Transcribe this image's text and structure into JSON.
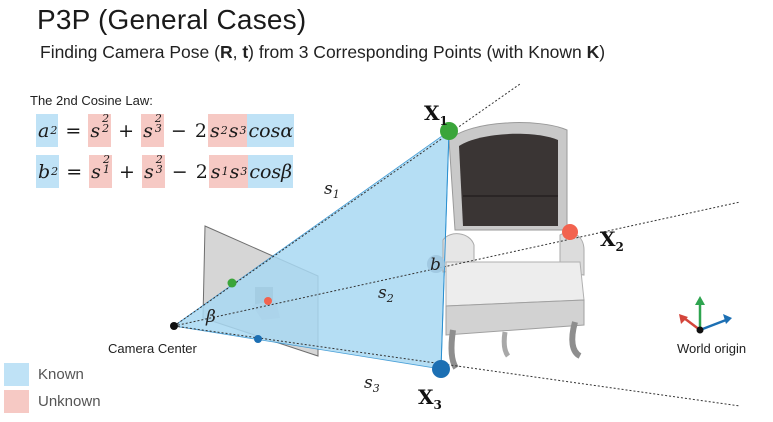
{
  "title": "P3P (General Cases)",
  "subtitle": {
    "prefix": "Finding Camera Pose (",
    "R": "R",
    "sep": ", ",
    "t": "t",
    "middle": ") from 3 Corresponding Points (with Known ",
    "K": "K",
    "suffix": ")"
  },
  "cosine_law": {
    "title": "The 2nd Cosine Law:",
    "eq1": {
      "lhs": "a",
      "lhs_exp": "2",
      "s_a": "s",
      "s_a_sub": "2",
      "s_a_exp": "2",
      "s_b": "s",
      "s_b_sub": "3",
      "s_b_exp": "2",
      "coef": "2",
      "p1": "s",
      "p1_sub": "2",
      "p2": "s",
      "p2_sub": "3",
      "cos": "cosα"
    },
    "eq2": {
      "lhs": "b",
      "lhs_exp": "2",
      "s_a": "s",
      "s_a_sub": "1",
      "s_a_exp": "2",
      "s_b": "s",
      "s_b_sub": "3",
      "s_b_exp": "2",
      "coef": "2",
      "p1": "s",
      "p1_sub": "1",
      "p2": "s",
      "p2_sub": "3",
      "cos": "cosβ"
    }
  },
  "diagram": {
    "camera_center": "Camera Center",
    "world_origin": "World origin",
    "points": {
      "x1": "X",
      "x1_sub": "1",
      "x2": "X",
      "x2_sub": "2",
      "x3": "X",
      "x3_sub": "3"
    },
    "distances": {
      "s1": "s",
      "s1_sub": "1",
      "s2": "s",
      "s2_sub": "2",
      "s3": "s",
      "s3_sub": "3"
    },
    "side_b": "b",
    "angle_beta": "β",
    "colors": {
      "known": "#bfe2f6",
      "unknown": "#f6c9c4",
      "x1": "#3aa53a",
      "x2": "#f2634f",
      "x3": "#1c6fb3"
    }
  },
  "legend": {
    "known": "Known",
    "unknown": "Unknown"
  }
}
